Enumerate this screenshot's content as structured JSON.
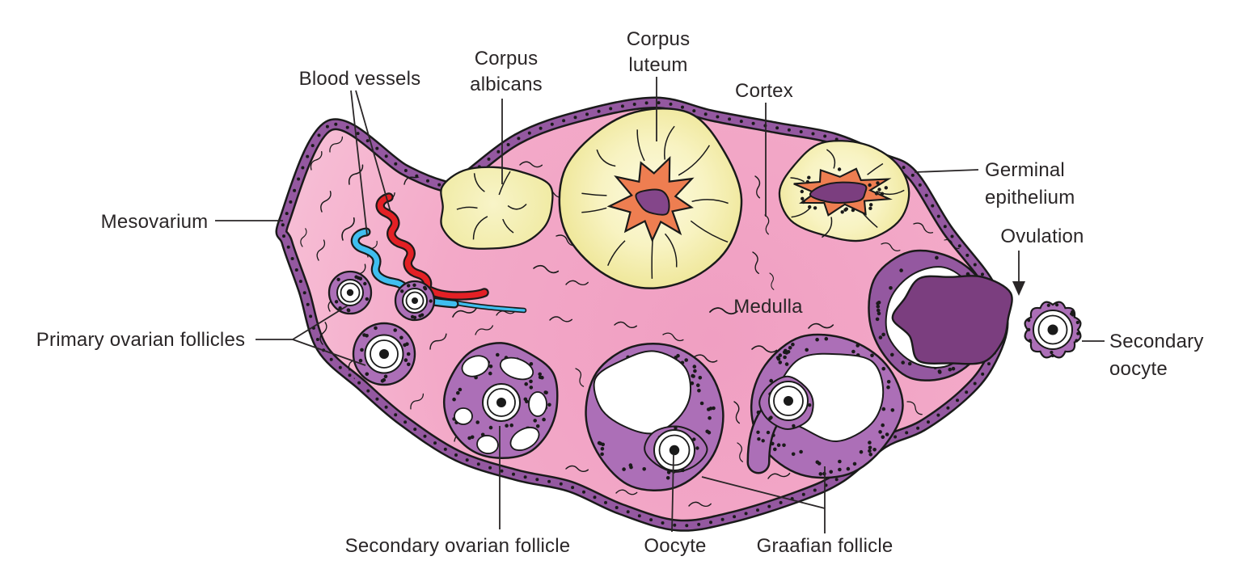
{
  "labels": {
    "blood_vessels": {
      "text": "Blood vessels"
    },
    "corpus_albicans": {
      "lines": [
        "Corpus",
        "albicans"
      ]
    },
    "corpus_luteum": {
      "lines": [
        "Corpus",
        "luteum"
      ]
    },
    "cortex": {
      "text": "Cortex"
    },
    "germinal_epithelium": {
      "lines": [
        "Germinal",
        "epithelium"
      ]
    },
    "ovulation": {
      "text": "Ovulation"
    },
    "mesovarium": {
      "text": "Mesovarium"
    },
    "medulla": {
      "text": "Medulla"
    },
    "primary_ovarian_follicles": {
      "text": "Primary ovarian follicles"
    },
    "secondary_ovarian_follicle": {
      "text": "Secondary ovarian follicle"
    },
    "oocyte": {
      "text": "Oocyte"
    },
    "graafian_follicle": {
      "text": "Graafian follicle"
    },
    "secondary_oocyte": {
      "lines": [
        "Secondary",
        "oocyte"
      ]
    }
  },
  "colors": {
    "background": "#FFFFFF",
    "stroma_pink": "#F3A9C8",
    "stroma_pink_deep": "#F09FC2",
    "stroma_pink_light": "#F8C4D9",
    "surface_purple": "#9458A0",
    "follicle_purple": "#AC6FB7",
    "deep_purple": "#7B3E7F",
    "corpus_luteum_purple": "#84468A",
    "corpus_luteum_yellow": "#EFE79A",
    "corpus_luteum_pale": "#FCFADF",
    "albicans_yellow": "#F0EAA2",
    "albicans_pale": "#F8F4C8",
    "orange": "#EE7E51",
    "artery_red": "#E32025",
    "vein_blue": "#3FBEEF",
    "outline_black": "#1A1A1A",
    "label_text": "#2A2627"
  }
}
